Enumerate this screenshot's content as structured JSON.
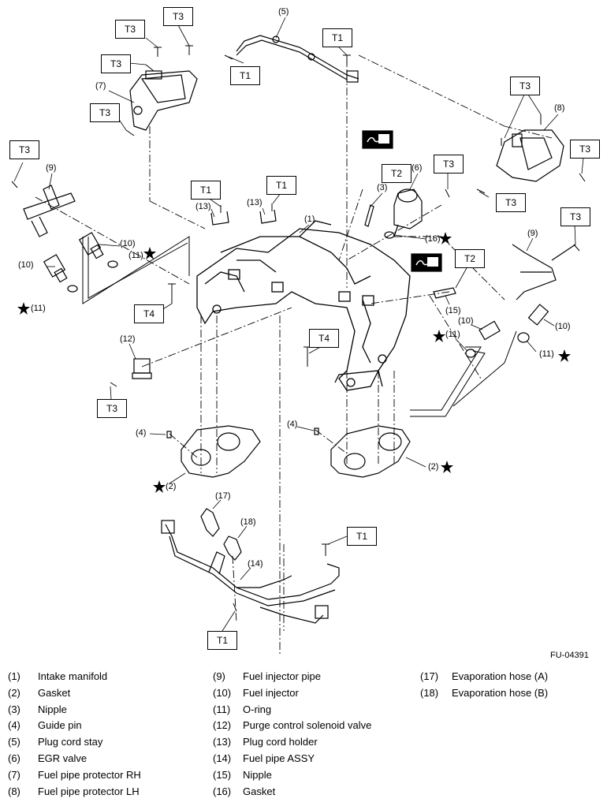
{
  "figure_id": "FU-04391",
  "torque_boxes": [
    {
      "label": "T3"
    },
    {
      "label": "T3"
    },
    {
      "label": "T3"
    },
    {
      "label": "T3"
    },
    {
      "label": "T1"
    },
    {
      "label": "T1"
    },
    {
      "label": "T3"
    },
    {
      "label": "T3"
    },
    {
      "label": "T3"
    },
    {
      "label": "T3"
    },
    {
      "label": "T1"
    },
    {
      "label": "T1"
    },
    {
      "label": "T2"
    },
    {
      "label": "T3"
    },
    {
      "label": "T3"
    },
    {
      "label": "T2"
    },
    {
      "label": "T4"
    },
    {
      "label": "T4"
    },
    {
      "label": "T3"
    },
    {
      "label": "T1"
    },
    {
      "label": "T1"
    }
  ],
  "callouts": [
    {
      "label": "(5)"
    },
    {
      "label": "(7)"
    },
    {
      "label": "(8)"
    },
    {
      "label": "(9)"
    },
    {
      "label": "(13)"
    },
    {
      "label": "(13)"
    },
    {
      "label": "(3)"
    },
    {
      "label": "(6)"
    },
    {
      "label": "(1)"
    },
    {
      "label": "(16)"
    },
    {
      "label": "(10)"
    },
    {
      "label": "(11)"
    },
    {
      "label": "(10)"
    },
    {
      "label": "(11)"
    },
    {
      "label": "(9)"
    },
    {
      "label": "(15)"
    },
    {
      "label": "(10)"
    },
    {
      "label": "(11)"
    },
    {
      "label": "(10)"
    },
    {
      "label": "(11)"
    },
    {
      "label": "(12)"
    },
    {
      "label": "(4)"
    },
    {
      "label": "(4)"
    },
    {
      "label": "(2)"
    },
    {
      "label": "(2)"
    },
    {
      "label": "(17)"
    },
    {
      "label": "(18)"
    },
    {
      "label": "(14)"
    }
  ],
  "legend": [
    [
      {
        "num": "(1)",
        "name": "Intake manifold"
      },
      {
        "num": "(2)",
        "name": "Gasket"
      },
      {
        "num": "(3)",
        "name": "Nipple"
      },
      {
        "num": "(4)",
        "name": "Guide pin"
      },
      {
        "num": "(5)",
        "name": "Plug cord stay"
      },
      {
        "num": "(6)",
        "name": "EGR valve"
      },
      {
        "num": "(7)",
        "name": "Fuel pipe protector RH"
      },
      {
        "num": "(8)",
        "name": "Fuel pipe protector LH"
      }
    ],
    [
      {
        "num": "(9)",
        "name": "Fuel injector pipe"
      },
      {
        "num": "(10)",
        "name": "Fuel injector"
      },
      {
        "num": "(11)",
        "name": "O-ring"
      },
      {
        "num": "(12)",
        "name": "Purge control solenoid valve"
      },
      {
        "num": "(13)",
        "name": "Plug cord holder"
      },
      {
        "num": "(14)",
        "name": "Fuel pipe ASSY"
      },
      {
        "num": "(15)",
        "name": "Nipple"
      },
      {
        "num": "(16)",
        "name": "Gasket"
      }
    ],
    [
      {
        "num": "(17)",
        "name": "Evaporation hose (A)"
      },
      {
        "num": "(18)",
        "name": "Evaporation hose (B)"
      }
    ]
  ]
}
